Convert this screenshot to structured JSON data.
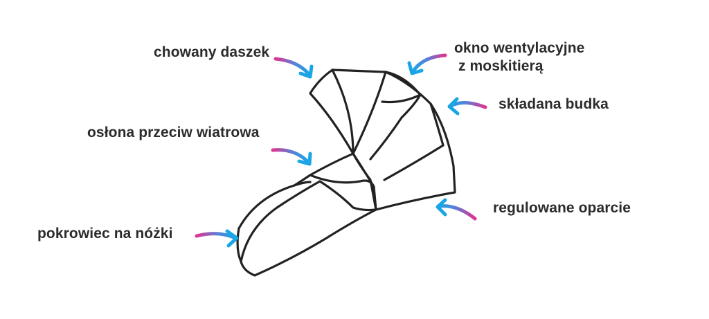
{
  "labels": {
    "visor": "chowany daszek",
    "vent_line1": "okno wentylacyjne",
    "vent_line2": "z moskitierą",
    "fold": "składana budka",
    "wind": "osłona przeciw wiatrowa",
    "backrest": "regulowane oparcie",
    "footcover": "pokrowiec na nóżki"
  },
  "colors": {
    "text": "#2b2b2b",
    "outline": "#222222",
    "arrow_start": "#e0338f",
    "arrow_end": "#1aa6e6"
  }
}
